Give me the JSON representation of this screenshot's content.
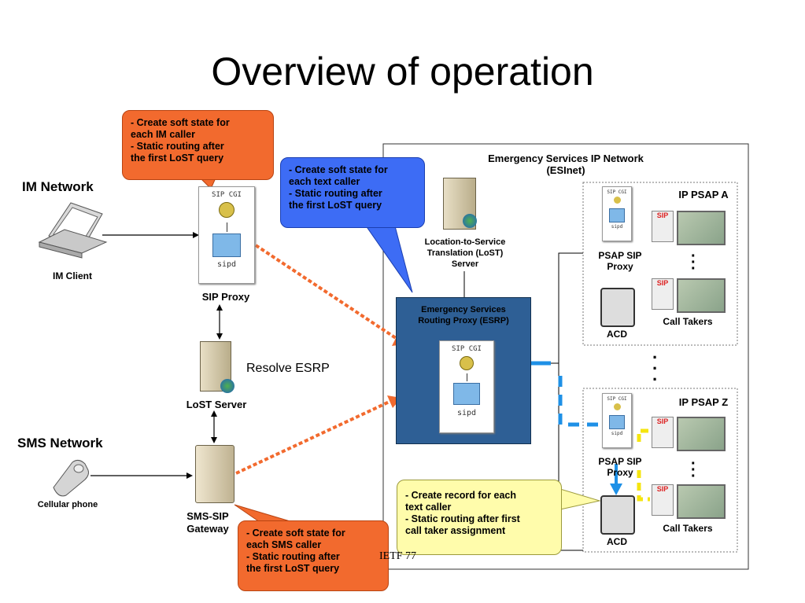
{
  "title": "Overview of operation",
  "footer": "IETF 77",
  "im_network": {
    "label": "IM Network",
    "client": "IM Client"
  },
  "sms_network": {
    "label": "SMS Network",
    "phone": "Cellular phone"
  },
  "sip_proxy": {
    "label": "SIP Proxy",
    "cgi": "SIP CGI",
    "sipd": "sipd"
  },
  "lost_server": {
    "label": "LoST Server",
    "resolve": "Resolve ESRP"
  },
  "sms_gateway": {
    "label_line1": "SMS-SIP",
    "label_line2": "Gateway"
  },
  "esinet": {
    "title_line1": "Emergency Services IP Network",
    "title_line2": "(ESInet)",
    "lost_line1": "Location-to-Service",
    "lost_line2": "Translation (LoST)",
    "lost_line3": "Server",
    "esrp_line1": "Emergency Services",
    "esrp_line2": "Routing Proxy (ESRP)",
    "esrp_cgi": "SIP CGI",
    "esrp_sipd": "sipd"
  },
  "psap_a": {
    "label": "IP PSAP A",
    "proxy_line1": "PSAP SIP",
    "proxy_line2": "Proxy",
    "call_takers": "Call Takers",
    "acd": "ACD",
    "cgi": "SIP CGI",
    "sipd": "sipd",
    "sip_badge": "SIP"
  },
  "psap_z": {
    "label": "IP PSAP Z",
    "proxy_line1": "PSAP SIP",
    "proxy_line2": "Proxy",
    "call_takers": "Call Takers",
    "acd": "ACD",
    "cgi": "SIP CGI",
    "sipd": "sipd",
    "sip_badge": "SIP"
  },
  "callouts": {
    "im": [
      "- Create soft state for",
      "each IM caller",
      "- Static routing after",
      "the first LoST query"
    ],
    "text": [
      "- Create soft state for",
      "each text caller",
      "- Static routing after",
      "the first LoST query"
    ],
    "sms": [
      "- Create soft state for",
      "each SMS caller",
      "- Static routing after",
      "the first LoST query"
    ],
    "record": [
      "- Create record for each",
      "text caller",
      "- Static routing after first",
      "call taker assignment"
    ]
  },
  "colors": {
    "orange": "#f26a2e",
    "blue_callout": "#3d6cf5",
    "yellow": "#fffcab",
    "esrp_fill": "#2e5f95",
    "dash_blue": "#1e90e6",
    "dash_yellow": "#f5e50f"
  }
}
